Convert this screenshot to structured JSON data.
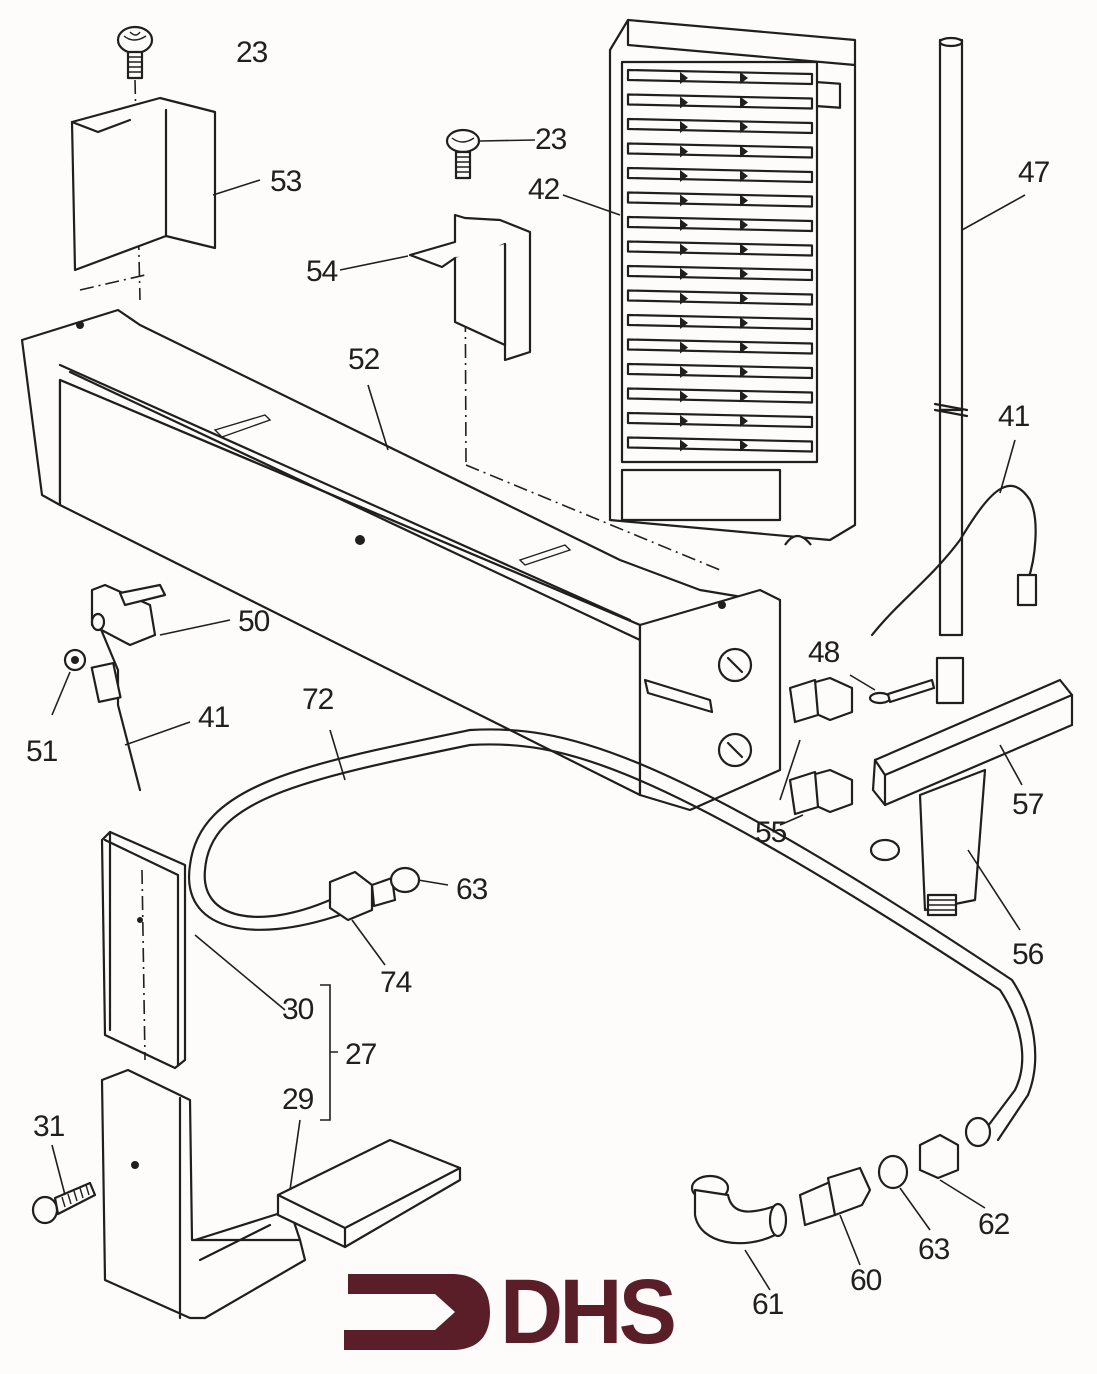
{
  "diagram": {
    "type": "exploded-parts-diagram",
    "brand": {
      "logo_text": "DHS",
      "logo_color": "#5a1e28"
    },
    "callouts": [
      {
        "id": "c23a",
        "number": "23",
        "part": "screw (top-left)"
      },
      {
        "id": "c53",
        "number": "53",
        "part": "end bracket"
      },
      {
        "id": "c23b",
        "number": "23",
        "part": "screw (center)"
      },
      {
        "id": "c42",
        "number": "42",
        "part": "grille cover"
      },
      {
        "id": "c47",
        "number": "47",
        "part": "tube"
      },
      {
        "id": "c54",
        "number": "54",
        "part": "mounting clip"
      },
      {
        "id": "c52",
        "number": "52",
        "part": "burner"
      },
      {
        "id": "c41a",
        "number": "41",
        "part": "lead (right)"
      },
      {
        "id": "c50",
        "number": "50",
        "part": "electrode bracket"
      },
      {
        "id": "c48",
        "number": "48",
        "part": "split pin"
      },
      {
        "id": "c51",
        "number": "51",
        "part": "nut"
      },
      {
        "id": "c41b",
        "number": "41",
        "part": "lead (left)"
      },
      {
        "id": "c72",
        "number": "72",
        "part": "gas pipe"
      },
      {
        "id": "c55",
        "number": "55",
        "part": "injectors"
      },
      {
        "id": "c57",
        "number": "57",
        "part": "thermocouple bracket"
      },
      {
        "id": "c56",
        "number": "56",
        "part": "valve"
      },
      {
        "id": "c63a",
        "number": "63",
        "part": "olive (upper)"
      },
      {
        "id": "c74",
        "number": "74",
        "part": "nut"
      },
      {
        "id": "c30",
        "number": "30",
        "part": "insulation panel"
      },
      {
        "id": "c27",
        "number": "27",
        "part": "assembly (30 + 29)"
      },
      {
        "id": "c29",
        "number": "29",
        "part": "insulation block"
      },
      {
        "id": "c31",
        "number": "31",
        "part": "screw"
      },
      {
        "id": "c61",
        "number": "61",
        "part": "elbow"
      },
      {
        "id": "c60",
        "number": "60",
        "part": "connector"
      },
      {
        "id": "c63b",
        "number": "63",
        "part": "olive (lower)"
      },
      {
        "id": "c62",
        "number": "62",
        "part": "union nut"
      }
    ]
  }
}
